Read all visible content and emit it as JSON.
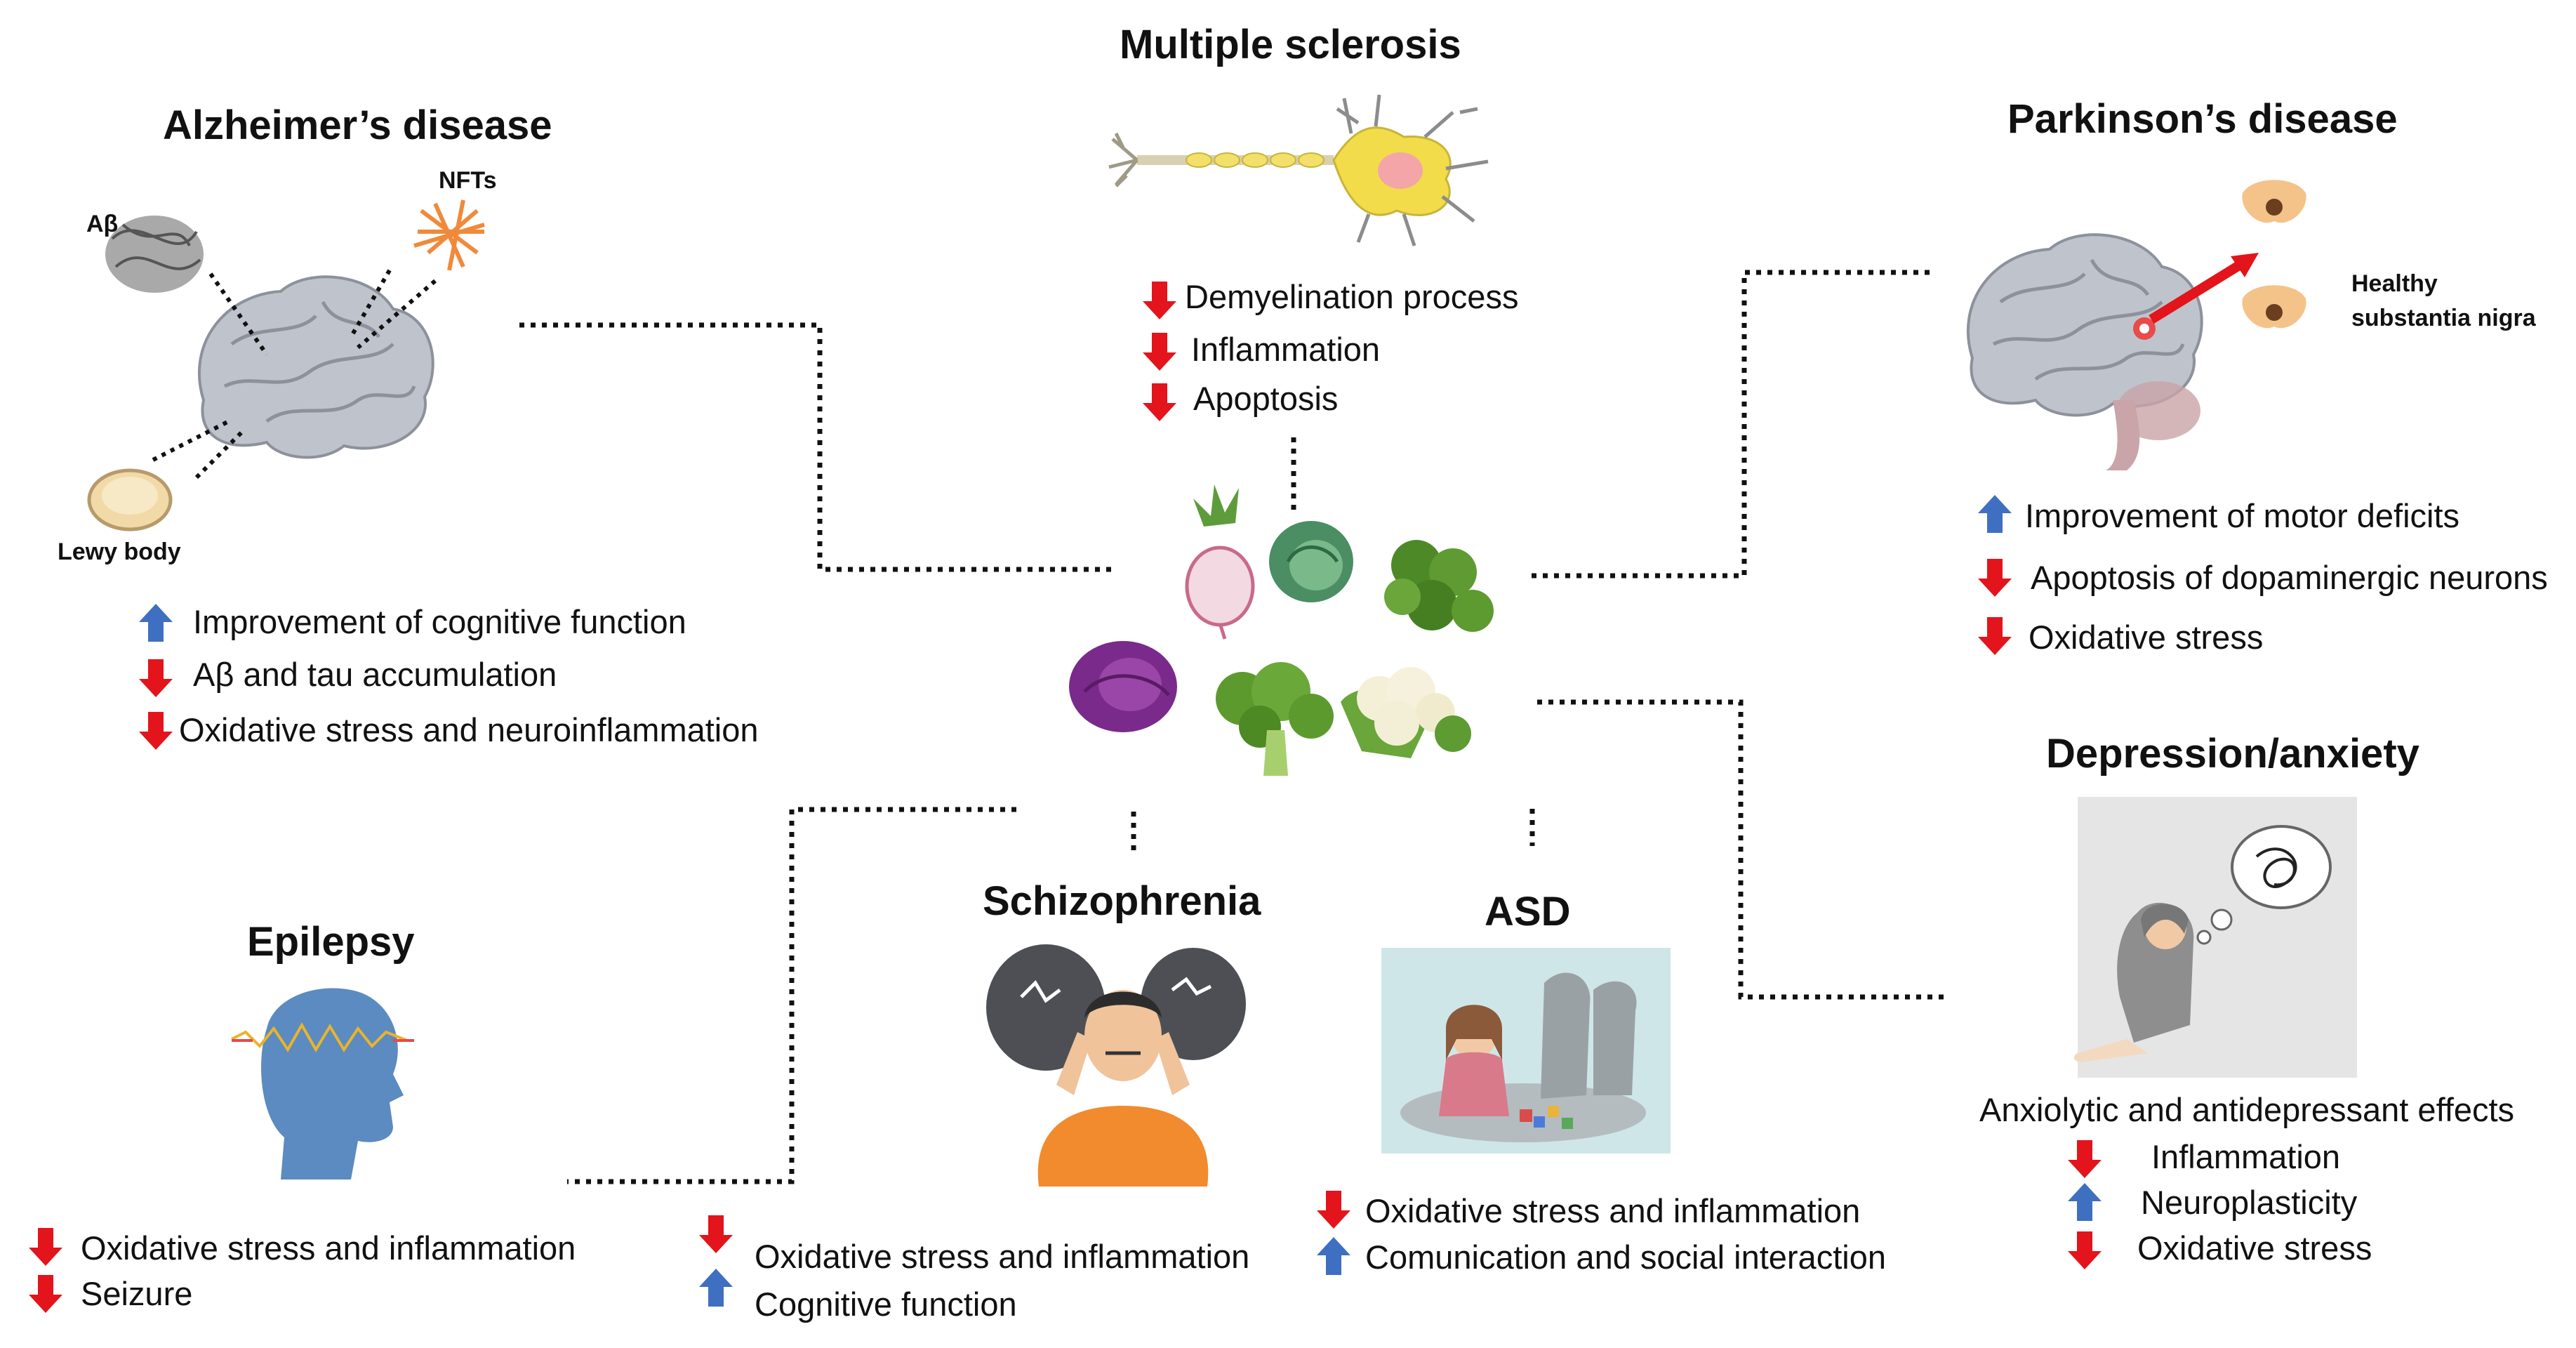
{
  "colors": {
    "down_arrow": "#e3141b",
    "up_arrow": "#3f6fc1",
    "connector": "#111111"
  },
  "center": {
    "icon": "cruciferous-vegetables-cluster"
  },
  "ms": {
    "title": "Multiple sclerosis",
    "items": [
      {
        "dir": "down",
        "text": "Demyelination process"
      },
      {
        "dir": "down",
        "text": "Inflammation"
      },
      {
        "dir": "down",
        "text": "Apoptosis"
      }
    ]
  },
  "ad": {
    "title": "Alzheimer’s disease",
    "labels": {
      "abeta": "Aβ",
      "nfts": "NFTs",
      "lewy": "Lewy body"
    },
    "items": [
      {
        "dir": "up",
        "text": "Improvement of cognitive function"
      },
      {
        "dir": "down",
        "text": "Aβ and tau accumulation"
      },
      {
        "dir": "down",
        "text": "Oxidative stress and neuroinflammation"
      }
    ]
  },
  "pd": {
    "title": "Parkinson’s disease",
    "label_line1": "Healthy",
    "label_line2": "substantia nigra",
    "items": [
      {
        "dir": "up",
        "text": "Improvement of motor deficits"
      },
      {
        "dir": "down",
        "text": "Apoptosis of dopaminergic neurons"
      },
      {
        "dir": "down",
        "text": "Oxidative stress"
      }
    ]
  },
  "dep": {
    "title": "Depression/anxiety",
    "summary": "Anxiolytic and antidepressant effects",
    "items": [
      {
        "dir": "down",
        "text": "Inflammation"
      },
      {
        "dir": "up",
        "text": "Neuroplasticity"
      },
      {
        "dir": "down",
        "text": "Oxidative stress"
      }
    ]
  },
  "epi": {
    "title": "Epilepsy",
    "items": [
      {
        "dir": "down",
        "text": "Oxidative stress and inflammation"
      },
      {
        "dir": "down",
        "text": "Seizure"
      }
    ]
  },
  "scz": {
    "title": "Schizophrenia",
    "items": [
      {
        "dir": "down",
        "text": "Oxidative stress and inflammation"
      },
      {
        "dir": "up",
        "text": "Cognitive function"
      }
    ]
  },
  "asd": {
    "title": "ASD",
    "items": [
      {
        "dir": "down",
        "text": "Oxidative stress and inflammation"
      },
      {
        "dir": "up",
        "text": "Comunication  and social interaction"
      }
    ]
  }
}
